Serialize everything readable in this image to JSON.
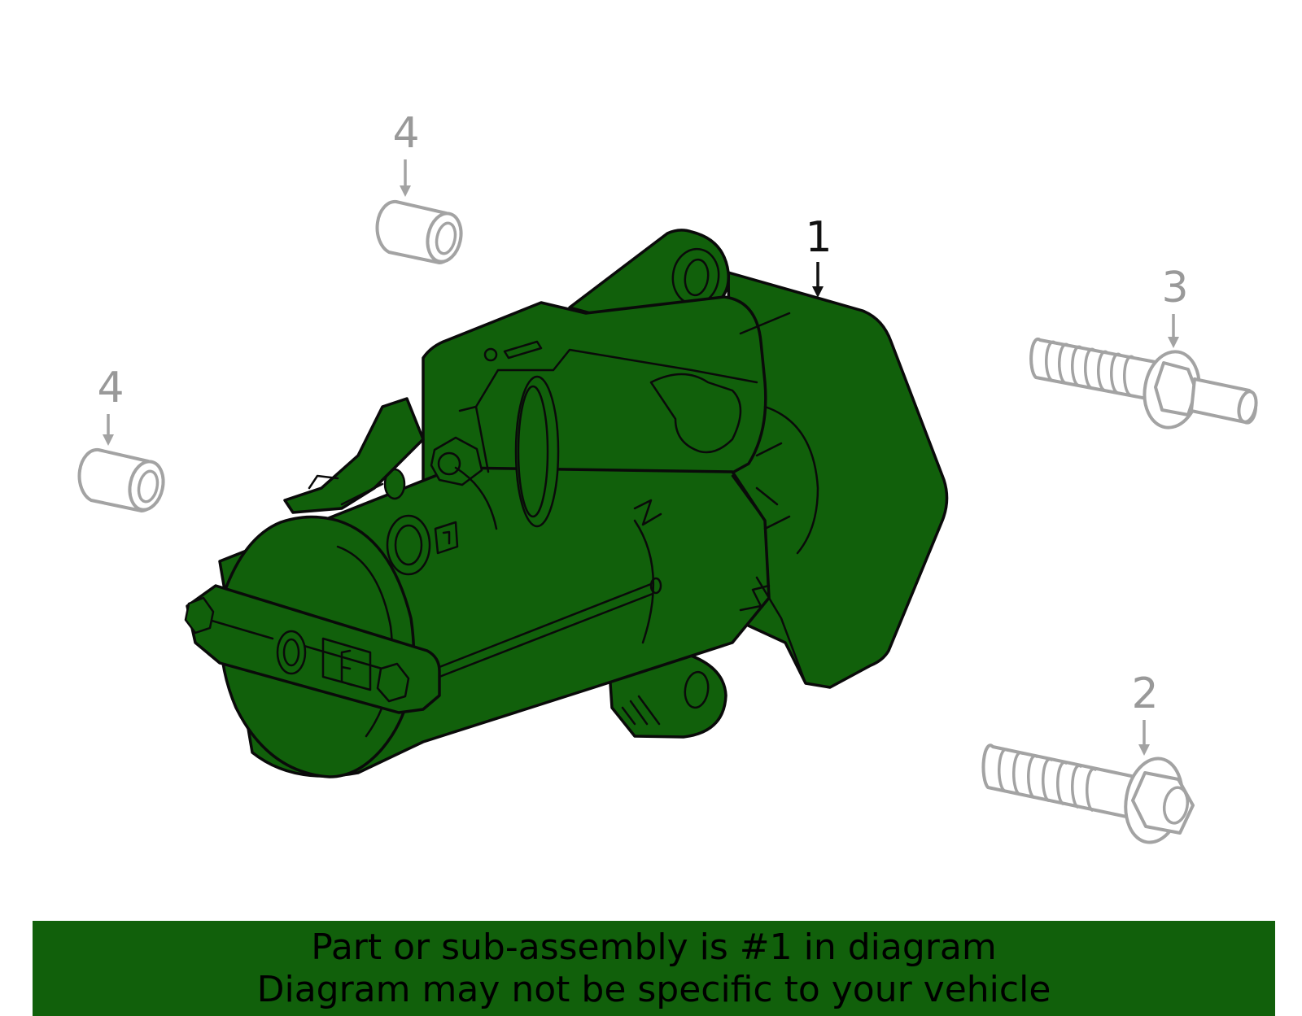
{
  "diagram": {
    "callouts": [
      {
        "id": "1",
        "label": "1",
        "color": "#111111"
      },
      {
        "id": "2",
        "label": "2",
        "color": "#999999"
      },
      {
        "id": "3",
        "label": "3",
        "color": "#999999"
      },
      {
        "id": "4a",
        "label": "4",
        "color": "#999999"
      },
      {
        "id": "4b",
        "label": "4",
        "color": "#999999"
      }
    ],
    "highlight_color": "#11600b",
    "other_part_color": "#a3a3a3"
  },
  "footer": {
    "line1": "Part or sub-assembly is #1 in diagram",
    "line2": "Diagram may not be specific to your vehicle",
    "background": "#11600b"
  }
}
